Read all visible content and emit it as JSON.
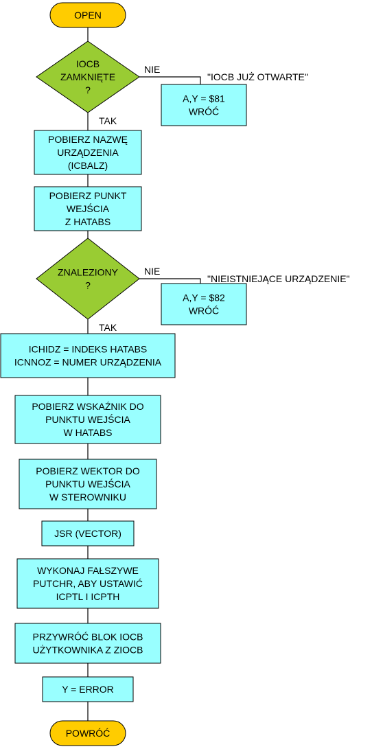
{
  "colors": {
    "terminal_fill": "#FFCC00",
    "process_fill": "#99FFFF",
    "decision_fill": "#99CC33",
    "stroke": "#000000",
    "background": "#FFFFFF"
  },
  "nodes": {
    "open": {
      "shape": "terminal",
      "lines": [
        "OPEN"
      ]
    },
    "iocb_closed": {
      "shape": "decision",
      "lines": [
        "IOCB",
        "ZAMKNIĘTE",
        "?"
      ]
    },
    "err81": {
      "shape": "process",
      "lines": [
        "A,Y = $81",
        "WRÓĆ"
      ]
    },
    "get_name": {
      "shape": "process",
      "lines": [
        "POBIERZ NAZWĘ",
        "URZĄDZENIA",
        "(ICBALZ)"
      ]
    },
    "get_entry": {
      "shape": "process",
      "lines": [
        "POBIERZ PUNKT",
        "WEJŚCIA",
        "Z HATABS"
      ]
    },
    "found": {
      "shape": "decision",
      "lines": [
        "ZNALEZIONY",
        "?"
      ]
    },
    "err82": {
      "shape": "process",
      "lines": [
        "A,Y = $82",
        "WRÓĆ"
      ]
    },
    "set_ichidz": {
      "shape": "process",
      "lines": [
        "ICHIDZ = INDEKS HATABS",
        "ICNNOZ = NUMER URZĄDZENIA"
      ]
    },
    "get_ptr": {
      "shape": "process",
      "lines": [
        "POBIERZ WSKAŹNIK DO",
        "PUNKTU WEJŚCIA",
        "W HATABS"
      ]
    },
    "get_vector": {
      "shape": "process",
      "lines": [
        "POBIERZ WEKTOR DO",
        "PUNKTU WEJŚCIA",
        "W STEROWNIKU"
      ]
    },
    "jsr": {
      "shape": "process",
      "lines": [
        "JSR (VECTOR)"
      ]
    },
    "fake_putchr": {
      "shape": "process",
      "lines": [
        "WYKONAJ FAŁSZYWE",
        "PUTCHR, ABY USTAWIĆ",
        "ICPTL I ICPTH"
      ]
    },
    "restore_iocb": {
      "shape": "process",
      "lines": [
        "PRZYWRÓĆ BLOK IOCB",
        "UŻYTKOWNIKA Z ZIOCB"
      ]
    },
    "y_error": {
      "shape": "process",
      "lines": [
        "Y = ERROR"
      ]
    },
    "return": {
      "shape": "terminal",
      "lines": [
        "POWRÓĆ"
      ]
    }
  },
  "edges": [
    {
      "from": "open",
      "to": "iocb_closed"
    },
    {
      "from": "iocb_closed",
      "to": "err81",
      "label": "NIE",
      "note": "\"IOCB JUŻ OTWARTE\""
    },
    {
      "from": "iocb_closed",
      "to": "get_name",
      "label": "TAK"
    },
    {
      "from": "get_name",
      "to": "get_entry"
    },
    {
      "from": "get_entry",
      "to": "found"
    },
    {
      "from": "found",
      "to": "err82",
      "label": "NIE",
      "note": "\"NIEISTNIEJĄCE URZĄDZENIE\""
    },
    {
      "from": "found",
      "to": "set_ichidz",
      "label": "TAK"
    },
    {
      "from": "set_ichidz",
      "to": "get_ptr"
    },
    {
      "from": "get_ptr",
      "to": "get_vector"
    },
    {
      "from": "get_vector",
      "to": "jsr"
    },
    {
      "from": "jsr",
      "to": "fake_putchr"
    },
    {
      "from": "fake_putchr",
      "to": "restore_iocb"
    },
    {
      "from": "restore_iocb",
      "to": "y_error"
    },
    {
      "from": "y_error",
      "to": "return"
    }
  ]
}
